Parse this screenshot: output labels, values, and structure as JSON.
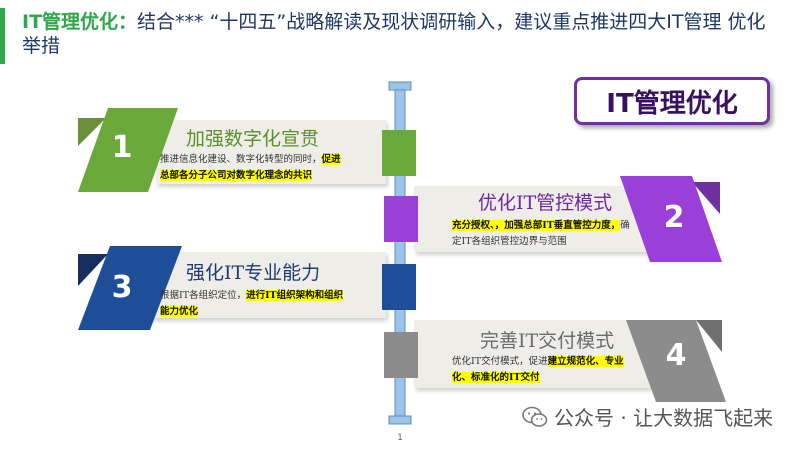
{
  "header": {
    "title_prefix": "IT管理优化：",
    "title_rest": "结合*** “十四五”战略解读及现状调研输入，建议重点推进四大IT管理 优化举措"
  },
  "badge": {
    "label": "IT管理优化"
  },
  "items": [
    {
      "number": "1",
      "heading": "加强数字化宣贯",
      "body_plain": "推进信息化建设、数字化转型的同时，",
      "body_highlight": "促进总部各分子公司对数字化理念的共识",
      "color": "#6aa83a"
    },
    {
      "number": "2",
      "heading": "优化IT管控模式",
      "body_highlight": "充分授权、，加强总部IT垂直管控力度，",
      "body_plain": "确定IT各组织管控边界与范围",
      "color": "#9b3fd9"
    },
    {
      "number": "3",
      "heading": "强化IT专业能力",
      "body_plain": "根据IT各组织定位，",
      "body_highlight": "进行IT组织架构和组织能力优化",
      "color": "#1f4e99"
    },
    {
      "number": "4",
      "heading": "完善IT交付模式",
      "body_plain": "优化IT交付模式，促进",
      "body_highlight": "建立规范化、专业化、标准化的IT交付",
      "color": "#8c8c8c"
    }
  ],
  "footer": {
    "page_number": "1",
    "watermark": "公众号 · 让大数据飞起来"
  }
}
